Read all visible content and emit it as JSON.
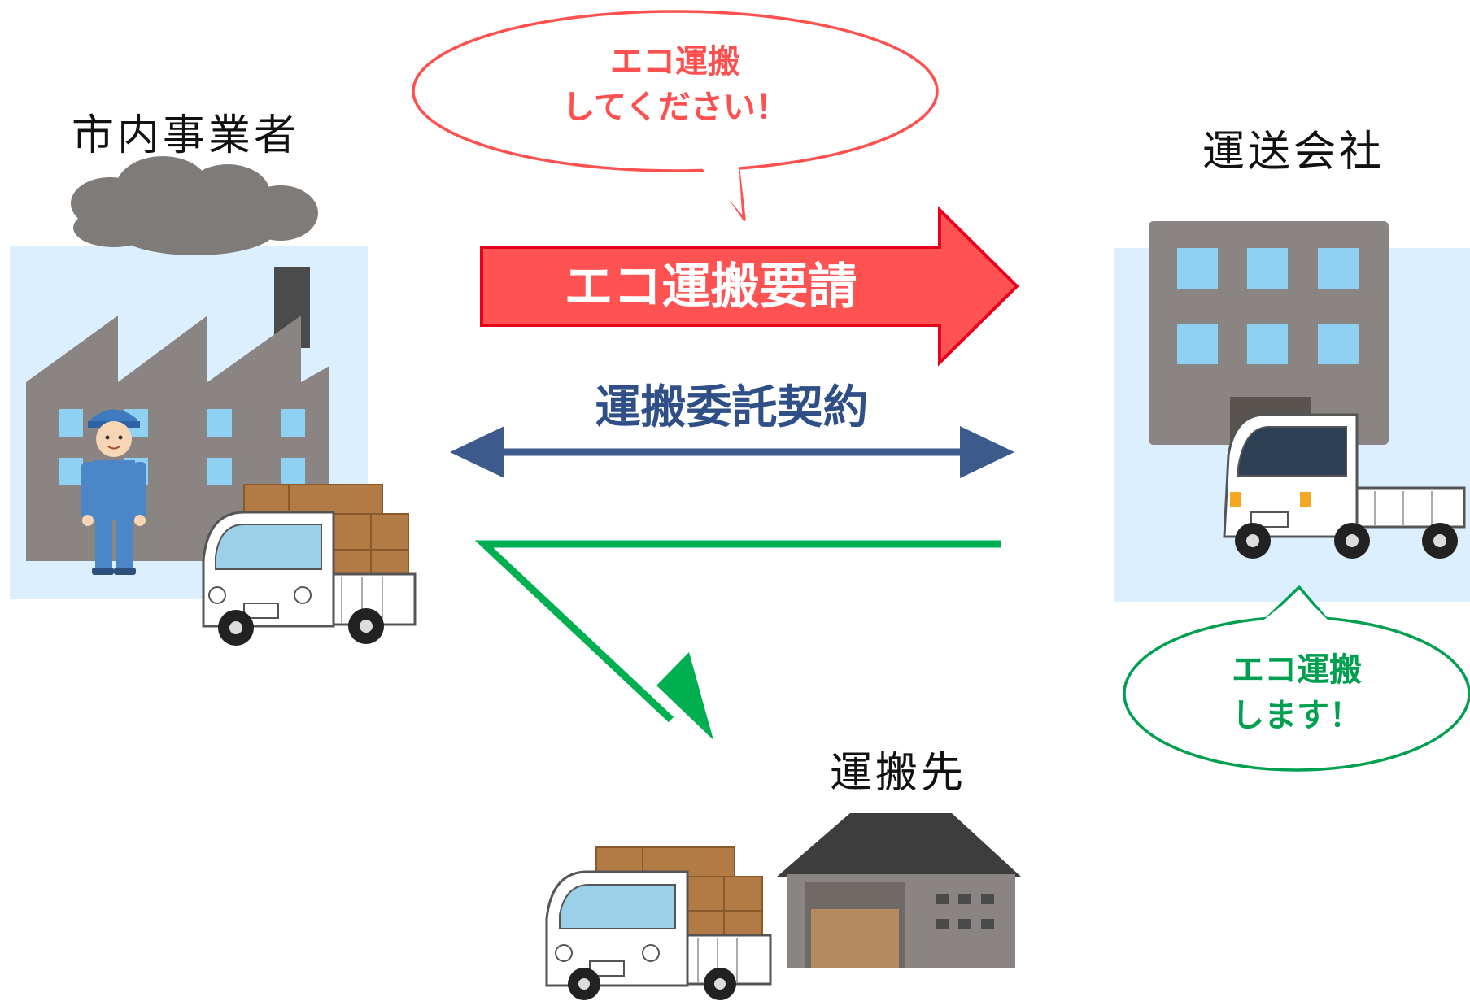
{
  "nodes": {
    "business": "市内事業者",
    "carrier": "運送会社",
    "destination": "運搬先"
  },
  "request": {
    "bubble_line1": "エコ運搬",
    "bubble_line2": "してください！",
    "arrow_label": "エコ運搬要請"
  },
  "contract": {
    "arrow_label": "運搬委託契約"
  },
  "reply": {
    "bubble_line1": "エコ運搬",
    "bubble_line2": "します！"
  },
  "colors": {
    "request_red": "#ff5252",
    "request_border": "#e8001c",
    "bubble_red": "#ff5050",
    "contract_blue": "#3c5a8c",
    "delivery_green": "#00b050",
    "bubble_green": "#00a050",
    "panel_bg": "#dcefff",
    "building_grey": "#8a8582",
    "window_blue": "#8ed1f3"
  }
}
